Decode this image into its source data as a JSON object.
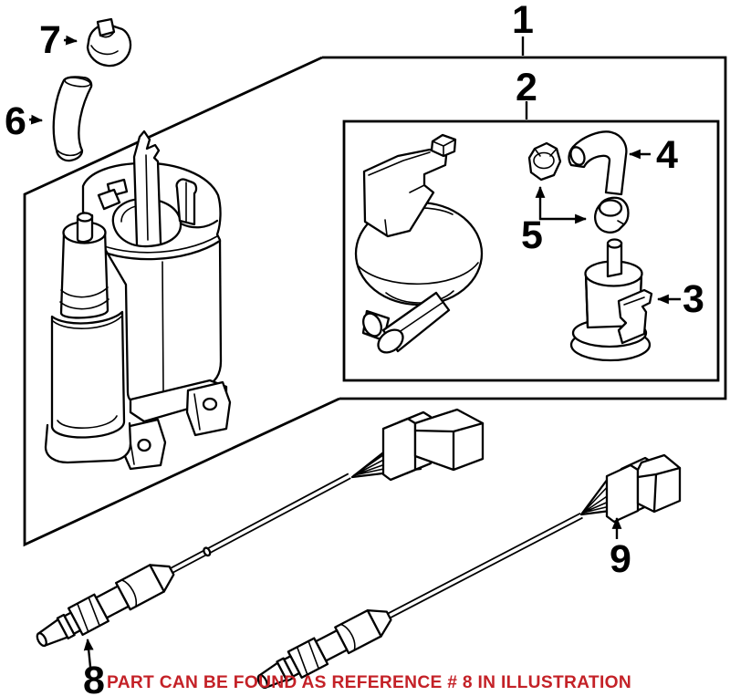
{
  "figure": {
    "callouts": {
      "c1": "1",
      "c2": "2",
      "c3": "3",
      "c4": "4",
      "c5": "5",
      "c6": "6",
      "c7": "7",
      "c8": "8",
      "c9": "9"
    },
    "caption": {
      "text": "PART CAN BE FOUND AS REFERENCE # 8 IN ILLUSTRATION",
      "color": "#c42127"
    }
  },
  "colors": {
    "line": "#000000",
    "background": "#ffffff"
  }
}
